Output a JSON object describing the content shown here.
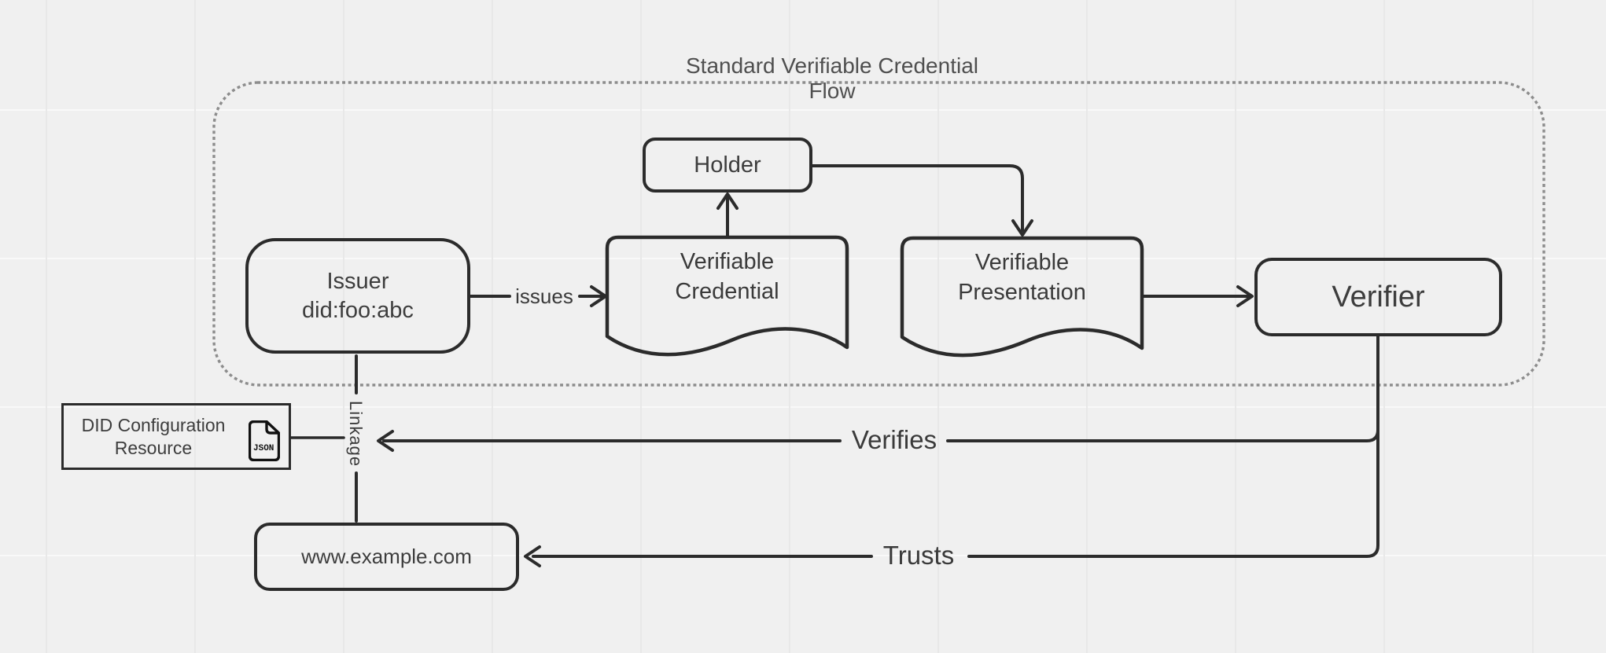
{
  "diagram": {
    "title": "Standard Verifiable Credential Flow",
    "nodes": {
      "holder": {
        "label": "Holder"
      },
      "issuer": {
        "line1": "Issuer",
        "line2": "did:foo:abc"
      },
      "verifiable_credential": {
        "line1": "Verifiable",
        "line2": "Credential"
      },
      "verifiable_presentation": {
        "line1": "Verifiable",
        "line2": "Presentation"
      },
      "verifier": {
        "label": "Verifier"
      },
      "did_configuration_resource": {
        "line1": "DID Configuration",
        "line2": "Resource",
        "icon": "json-file-icon",
        "icon_label": "JSON"
      },
      "website": {
        "label": "www.example.com"
      }
    },
    "edges": {
      "issues": {
        "label": "issues"
      },
      "verifies": {
        "label": "Verifies"
      },
      "trusts": {
        "label": "Trusts"
      },
      "linkage": {
        "label": "Linkage"
      }
    },
    "colors": {
      "background": "#f0f0f0",
      "stroke": "#2b2b2b",
      "text": "#3d3d3d",
      "group_border": "#8d8d8d"
    }
  }
}
